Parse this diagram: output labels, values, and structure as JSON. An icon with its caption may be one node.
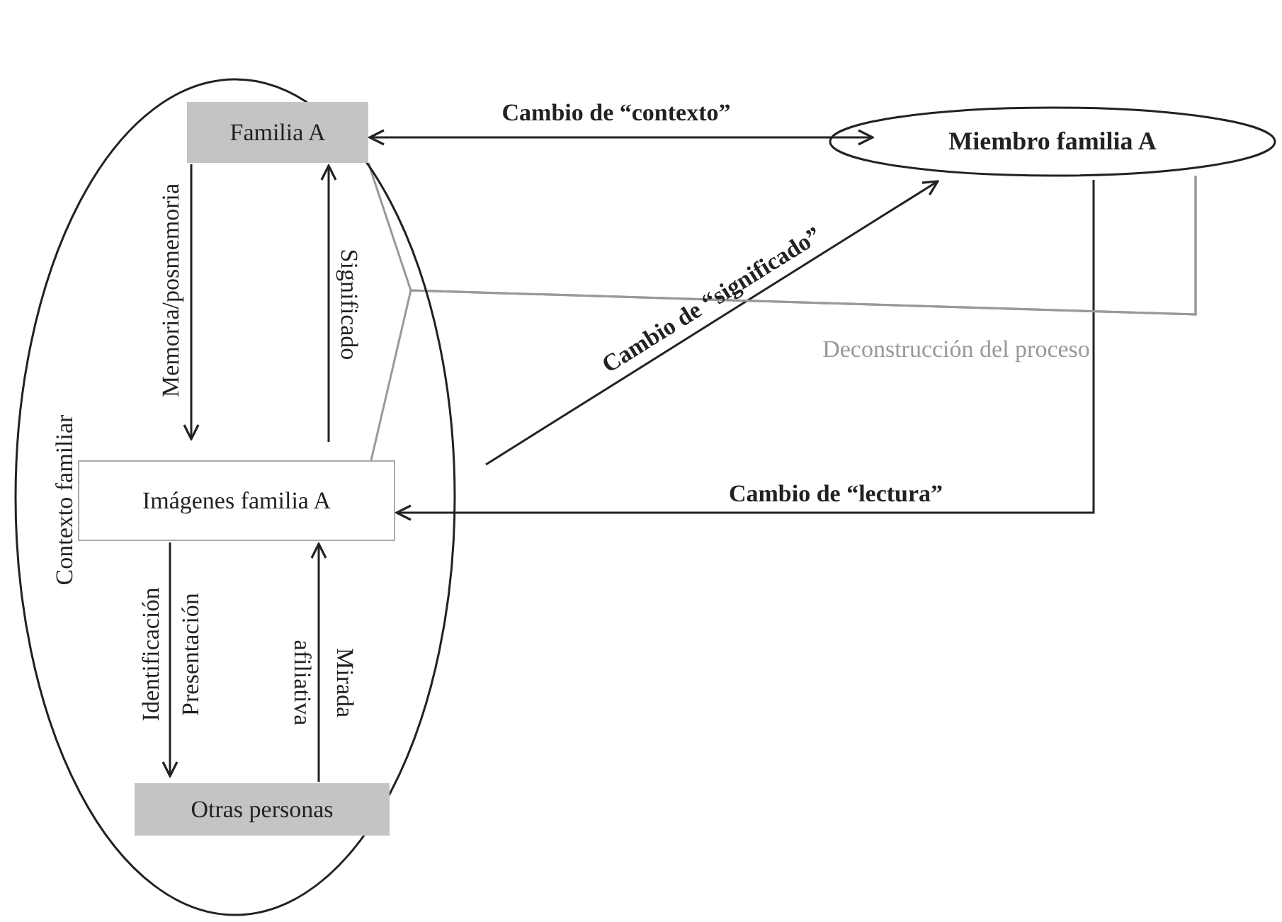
{
  "diagram": {
    "nodes": [
      {
        "text": [
          "Contexto familiar"
        ]
      },
      {
        "text": [
          "Familia A"
        ],
        "in": 0
      },
      {
        "text": [
          "Imágenes familia A"
        ],
        "in": 0
      },
      {
        "text": [
          "Otras personas"
        ],
        "in": 0
      },
      {
        "text": [
          "Miembro familia A"
        ]
      }
    ],
    "edges": [
      {
        "from": 1,
        "to": 4,
        "arrow": "both",
        "label": "Cambio de “contexto”"
      },
      {
        "from": 2,
        "to": 4,
        "arrow": "to",
        "label": "Cambio de “significado”"
      },
      {
        "from": 4,
        "to": 2,
        "arrow": "to",
        "label": "Cambio de “lectura”"
      },
      {
        "from": 1,
        "to": 4,
        "arrow": "none",
        "label": "Deconstrucción del proceso",
        "color": "#999999"
      },
      {
        "from": 2,
        "to": 4,
        "arrow": "none",
        "color": "#999999"
      },
      {
        "from": 1,
        "to": 2,
        "arrow": "to",
        "label": "Memoria/posmemoria"
      },
      {
        "from": 2,
        "to": 1,
        "arrow": "to",
        "label": "Significado"
      },
      {
        "from": 2,
        "to": 3,
        "arrow": "to",
        "label": "Identificación Presentación"
      },
      {
        "from": 3,
        "to": 2,
        "arrow": "to",
        "label": "Mirada afiliativa"
      }
    ]
  }
}
